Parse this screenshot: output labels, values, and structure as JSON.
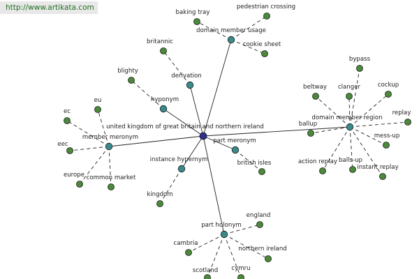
{
  "banner": {
    "text": "http://www.artikata.com"
  },
  "colors": {
    "center_node": "#2f2f8f",
    "relation_node": "#3b8a8a",
    "leaf_node": "#4a8a3a",
    "node_stroke": "#1a1a1a",
    "edge": "#222222",
    "banner_text": "#1f6f1f"
  },
  "diagram": {
    "center": {
      "id": "uk",
      "label": "united kingdom of great britain and northern ireland"
    },
    "relations": [
      {
        "id": "domain-member-usage",
        "label": "domain member usage",
        "leaves": [
          "baking tray",
          "pedestrian crossing",
          "cookie sheet"
        ]
      },
      {
        "id": "derivation",
        "label": "derivation",
        "leaves": [
          "britannic"
        ]
      },
      {
        "id": "hyponym",
        "label": "hyponym",
        "leaves": [
          "blighty"
        ]
      },
      {
        "id": "member-meronym",
        "label": "member meronym",
        "leaves": [
          "eu",
          "ec",
          "eec",
          "europe",
          "common market"
        ]
      },
      {
        "id": "instance-hypernym",
        "label": "instance hypernym",
        "leaves": [
          "kingdom"
        ]
      },
      {
        "id": "part-meronym",
        "label": "part meronym",
        "leaves": [
          "british isles"
        ]
      },
      {
        "id": "part-holonym",
        "label": "part holonym",
        "leaves": [
          "england",
          "cambria",
          "northern ireland",
          "scotland",
          "cymru"
        ]
      },
      {
        "id": "domain-member-region",
        "label": "domain member region",
        "leaves": [
          "bypass",
          "beltway",
          "clanger",
          "cockup",
          "replay",
          "ballup",
          "mess-up",
          "action replay",
          "balls-up",
          "instant replay"
        ]
      }
    ]
  }
}
